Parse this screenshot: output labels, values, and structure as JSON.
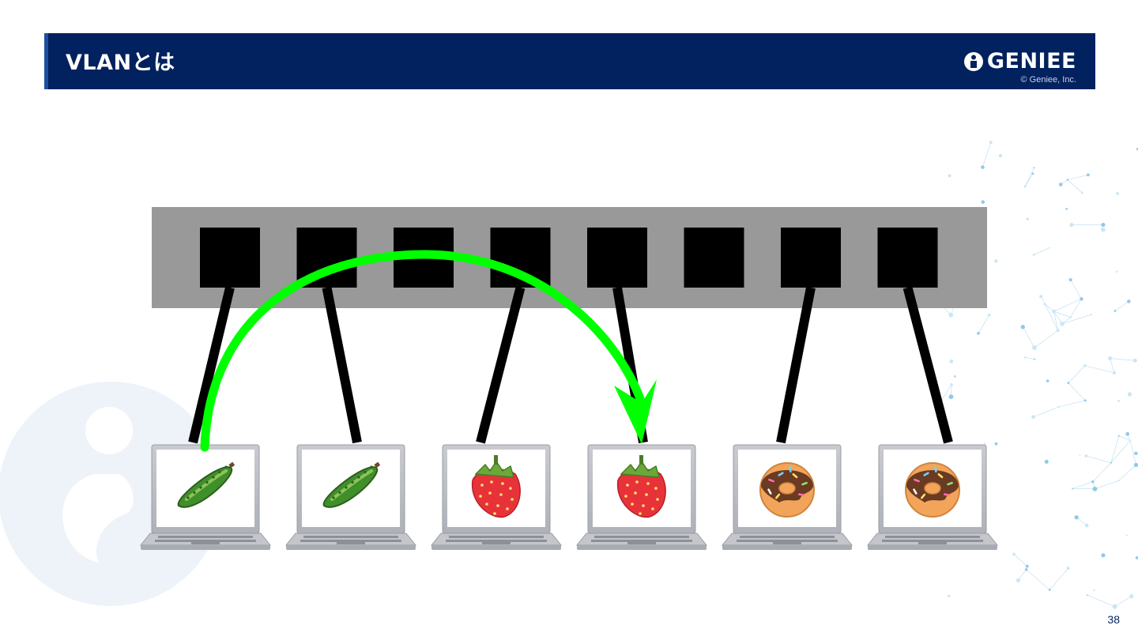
{
  "slide": {
    "title": "VLANとは",
    "logo_text": "GENIEE",
    "copyright": "© Geniee, Inc.",
    "page_number": "38"
  },
  "colors": {
    "header_bg": "#01215f",
    "switch_body": "#999999",
    "port": "#000000",
    "arrow": "#00ff00"
  },
  "diagram": {
    "switch_ports": 8,
    "laptops": [
      {
        "icon": "cucumber-icon",
        "port": 1
      },
      {
        "icon": "cucumber-icon",
        "port": 2
      },
      {
        "icon": "strawberry-icon",
        "port": 4
      },
      {
        "icon": "strawberry-icon",
        "port": 5
      },
      {
        "icon": "donut-icon",
        "port": 7
      },
      {
        "icon": "donut-icon",
        "port": 8
      }
    ],
    "arrow": {
      "from_laptop": 1,
      "to_laptop": 4
    }
  }
}
